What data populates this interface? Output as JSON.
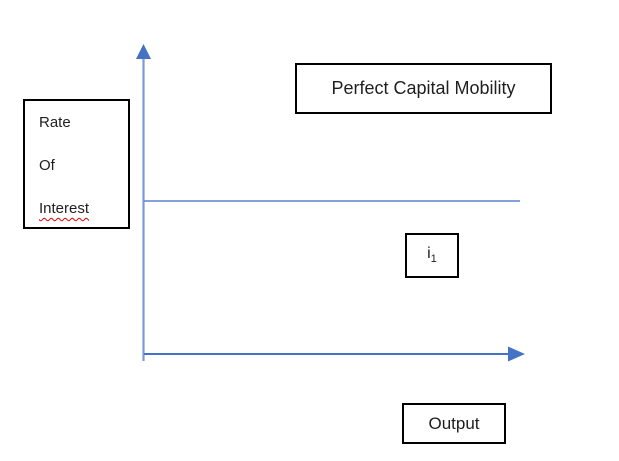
{
  "labels": {
    "title": "Perfect Capital Mobility",
    "y_axis_line1": "Rate",
    "y_axis_line2": "Of",
    "y_axis_line3": "Interest",
    "interest_level_base": "i",
    "interest_level_sub": "1",
    "x_axis": "Output"
  },
  "colors": {
    "axis_blue": "#4472C4",
    "axis_blue_light": "#7C9AD6",
    "pcm_line_blue": "#5B83CB",
    "box_border": "#000000",
    "text_color": "#1F1F1F",
    "spellcheck_red": "#E00000",
    "background": "#FFFFFF"
  }
}
